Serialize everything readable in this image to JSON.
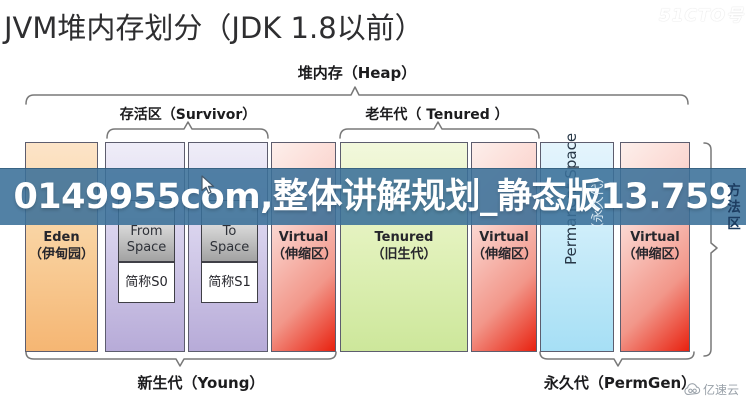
{
  "title": "JVM堆内存划分（JDK 1.8以前）",
  "watermarks": {
    "site_badge": "51CTO号",
    "banner_text": "0149955com,整体讲解规划_静态版13.759",
    "logo_text": "亿速云"
  },
  "brackets": {
    "heap": "堆内存（Heap）",
    "survivor": "存活区（Survivor）",
    "tenured": "老年代（ Tenured ）",
    "young": "新生代（Young）",
    "permgen": "永久代（PermGen）",
    "method_area": "方法区"
  },
  "columns": {
    "eden": {
      "line1": "Eden",
      "line2": "（伊甸园）"
    },
    "from_space": {
      "line1": "From",
      "line2": "Space",
      "tag": "简称S0"
    },
    "to_space": {
      "line1": "To",
      "line2": "Space",
      "tag": "简称S1"
    },
    "virtual_young": {
      "line1": "Virtual",
      "line2": "（伸缩区）"
    },
    "tenured": {
      "line1": "Tenured",
      "line2": "（旧生代）"
    },
    "virtual_tenured": {
      "line1": "Virtual",
      "line2": "（伸缩区）"
    },
    "permanent": {
      "vertical": "Permanent Space",
      "vertical_faint": "（永久代）"
    },
    "virtual_perm": {
      "line1": "Virtual",
      "line2": "（伸缩区）"
    }
  },
  "colors": {
    "banner_bg": "#3A7098",
    "eden_orange": "#F5B673",
    "survivor_purple": "#B7ABD8",
    "virtual_red": "#E8210F",
    "tenured_green": "#CDE79B",
    "permanent_blue": "#A6DFF5",
    "bracket_gray": "#787878"
  }
}
